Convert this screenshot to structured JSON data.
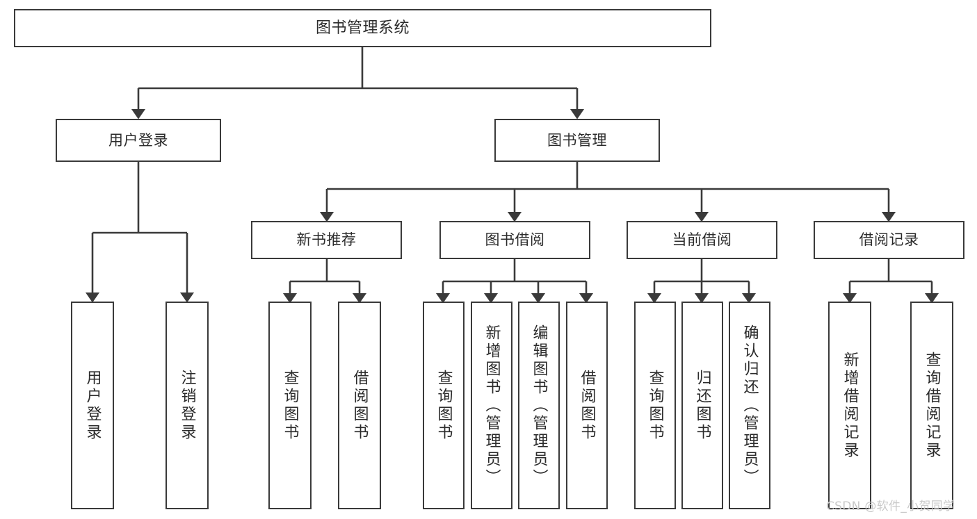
{
  "diagram": {
    "title": "图书管理系统",
    "type": "功能结构图",
    "root": {
      "label": "图书管理系统"
    },
    "level2": [
      {
        "label": "用户登录"
      },
      {
        "label": "图书管理"
      }
    ],
    "level3": [
      {
        "label": "新书推荐"
      },
      {
        "label": "图书借阅"
      },
      {
        "label": "当前借阅"
      },
      {
        "label": "借阅记录"
      }
    ],
    "leaves": {
      "user_login": [
        {
          "label": "用户登录"
        },
        {
          "label": "注销登录"
        }
      ],
      "new_book": [
        {
          "label": "查询图书"
        },
        {
          "label": "借阅图书"
        }
      ],
      "book_borrow": [
        {
          "label": "查询图书"
        },
        {
          "label": "新增图书（管理员）"
        },
        {
          "label": "编辑图书（管理员）"
        },
        {
          "label": "借阅图书"
        }
      ],
      "current_borrow": [
        {
          "label": "查询图书"
        },
        {
          "label": "归还图书"
        },
        {
          "label": "确认归还（管理员）"
        }
      ],
      "borrow_record": [
        {
          "label": "新增借阅记录"
        },
        {
          "label": "查询借阅记录"
        }
      ]
    },
    "watermark": "CSDN @软件_小贺同学",
    "colors": {
      "stroke": "#3a3a3a",
      "text": "#2b2b2b",
      "background": "#ffffff",
      "watermark": "#c9c9c9"
    }
  }
}
